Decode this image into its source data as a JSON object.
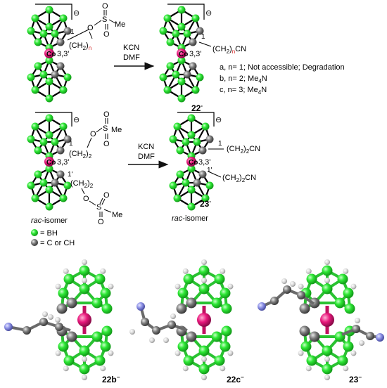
{
  "colors": {
    "boron": "#2ee836",
    "carbon": "#777777",
    "cobalt": "#e8187c",
    "nitrogen": "#8c90e6",
    "hydrogen": "#dcdcdc",
    "subscript_red": "#d22020"
  },
  "charge": "⊖",
  "reaction1": {
    "top_sub": {
      "atom1": "1",
      "chain": "(CH",
      "chain_sub": "2",
      "chain_close": ")",
      "n": "n",
      "o": "O",
      "s": "S",
      "me": "Me",
      "o2": "O",
      "o3": "O"
    },
    "metal": "Co",
    "metal_label": "3,3'",
    "reagent_top": "KCN",
    "reagent_bottom": "DMF",
    "product": {
      "atom1": "1",
      "chain": "(CH",
      "chain_sub": "2",
      "chain_close": ")",
      "n": "n",
      "cn": "CN",
      "label": "22",
      "label_sup": "-"
    },
    "conditions": [
      {
        "text": "a, n= 1; Not accessible; Degradation"
      },
      {
        "prefix": "b, n= 2; Me",
        "sub": "4",
        "suffix": "N"
      },
      {
        "prefix": "c, n= 3; Me",
        "sub": "4",
        "suffix": "N"
      }
    ]
  },
  "reaction2": {
    "sub_top": {
      "atom": "1",
      "chain": "(CH",
      "chain_sub": "2",
      "chain_close": ")",
      "n": "2",
      "o": "O",
      "s": "S",
      "me": "Me",
      "o2": "O",
      "o3": "O"
    },
    "sub_bottom": {
      "atom": "1'",
      "chain": "(CH",
      "chain_sub": "2",
      "chain_close": ")",
      "n": "2",
      "o": "O",
      "s": "S",
      "me": "Me",
      "o2": "O",
      "o3": "O"
    },
    "metal": "Co",
    "metal_label": "3,3'",
    "reagent_top": "KCN",
    "reagent_bottom": "DMF",
    "prod_top": {
      "atom": "1",
      "chain": "(CH",
      "chain_sub": "2",
      "chain_close": ")",
      "n": "2",
      "cn": "CN"
    },
    "prod_bottom": {
      "atom": "1'",
      "chain": "(CH",
      "chain_sub": "2",
      "chain_close": ")",
      "n": "2",
      "cn": "CN"
    },
    "product_label": "23",
    "product_label_sup": "-",
    "isomer_left": {
      "italic": "rac",
      "rest": "-isomer"
    },
    "isomer_right": {
      "italic": "rac",
      "rest": "-isomer"
    }
  },
  "legend": [
    {
      "atom": "boron",
      "text": "= BH"
    },
    {
      "atom": "carbon",
      "text": "= C or CH"
    }
  ],
  "structures3d": [
    {
      "label": "22b",
      "sup": "−"
    },
    {
      "label": "22c",
      "sup": "−"
    },
    {
      "label": "23",
      "sup": "−"
    }
  ]
}
